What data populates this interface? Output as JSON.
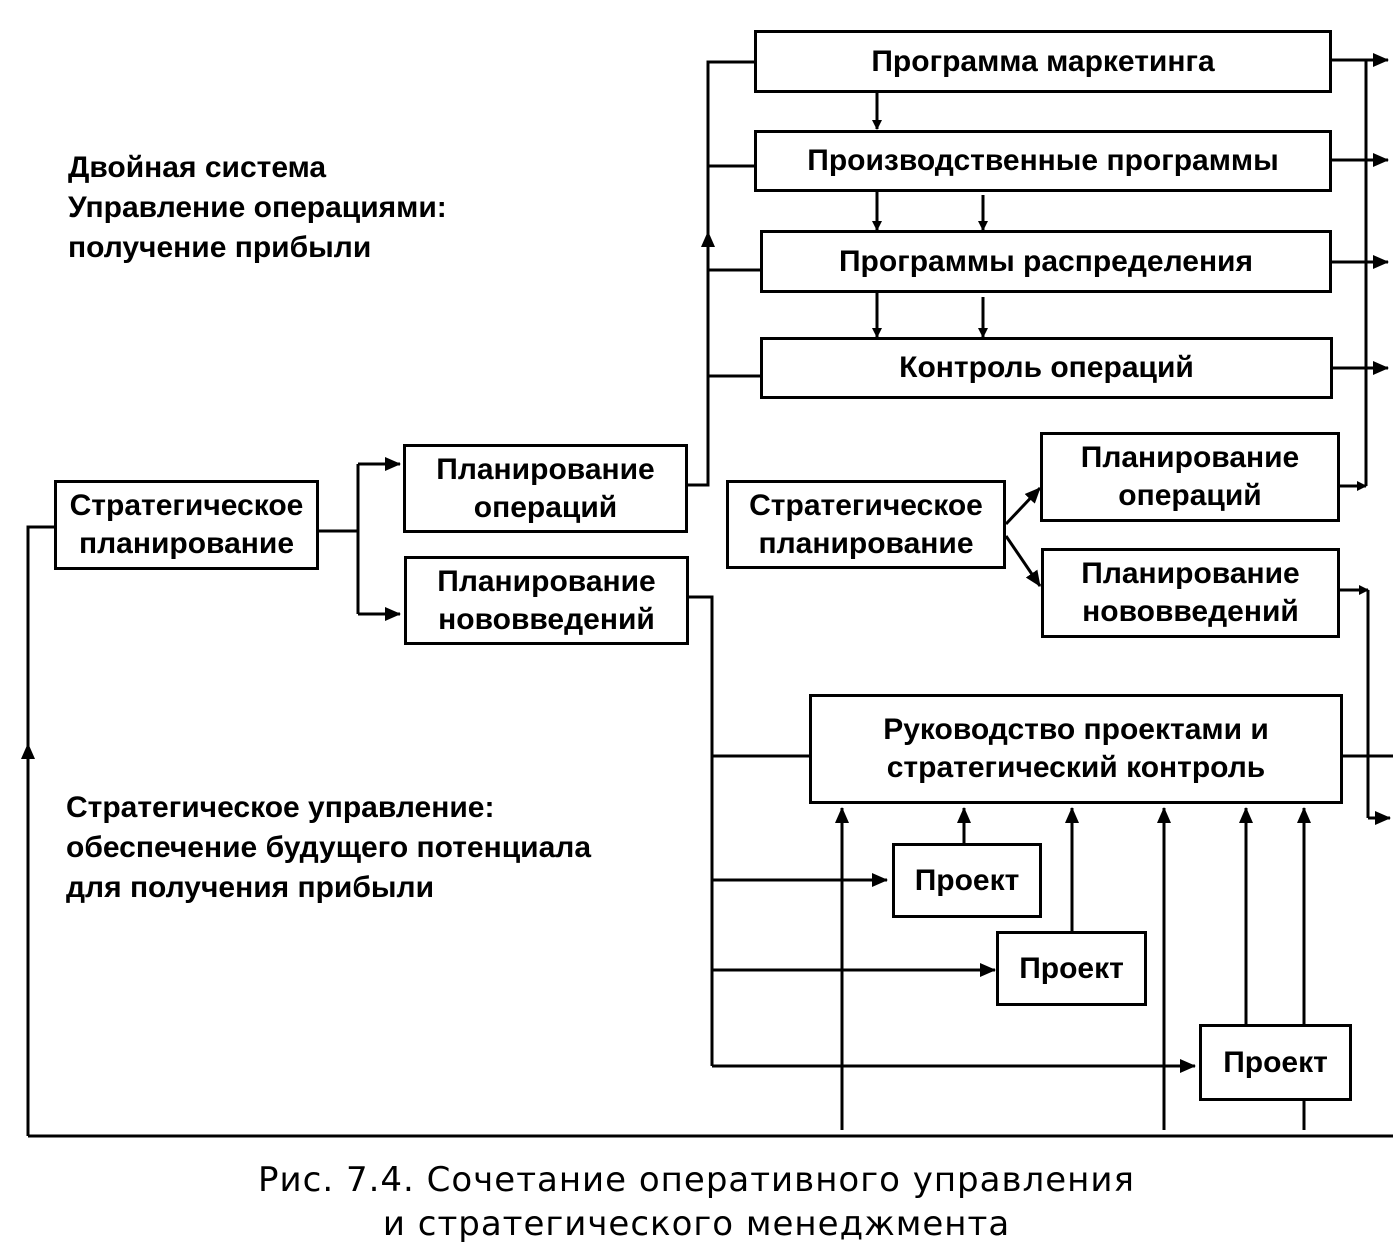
{
  "notes": {
    "operations": [
      "Двойная система",
      "Управление операциями:",
      "получение прибыли"
    ],
    "strategic": [
      "Стратегическое управление:",
      "обеспечение будущего потенциала",
      "для получения прибыли"
    ]
  },
  "boxes": {
    "strategic_planning": [
      "Стратегическое",
      "планирование"
    ],
    "operations_planning": [
      "Планирование",
      "операций"
    ],
    "innovation_planning": [
      "Планирование",
      "нововведений"
    ],
    "marketing_program": [
      "Программа маркетинга"
    ],
    "production_programs": [
      "Производственные программы"
    ],
    "distribution_programs": [
      "Программы распределения"
    ],
    "operations_control": [
      "Контроль операций"
    ],
    "strategic_planning_2": [
      "Стратегическое",
      "планирование"
    ],
    "operations_planning_2": [
      "Планирование",
      "операций"
    ],
    "innovation_planning_2": [
      "Планирование",
      "нововведений"
    ],
    "project_management": [
      "Руководство проектами и",
      "стратегический контроль"
    ],
    "project_1": [
      "Проект"
    ],
    "project_2": [
      "Проект"
    ],
    "project_3": [
      "Проект"
    ]
  },
  "caption": [
    "Рис. 7.4. Сочетание оперативного управления",
    "и стратегического менеджмента"
  ]
}
